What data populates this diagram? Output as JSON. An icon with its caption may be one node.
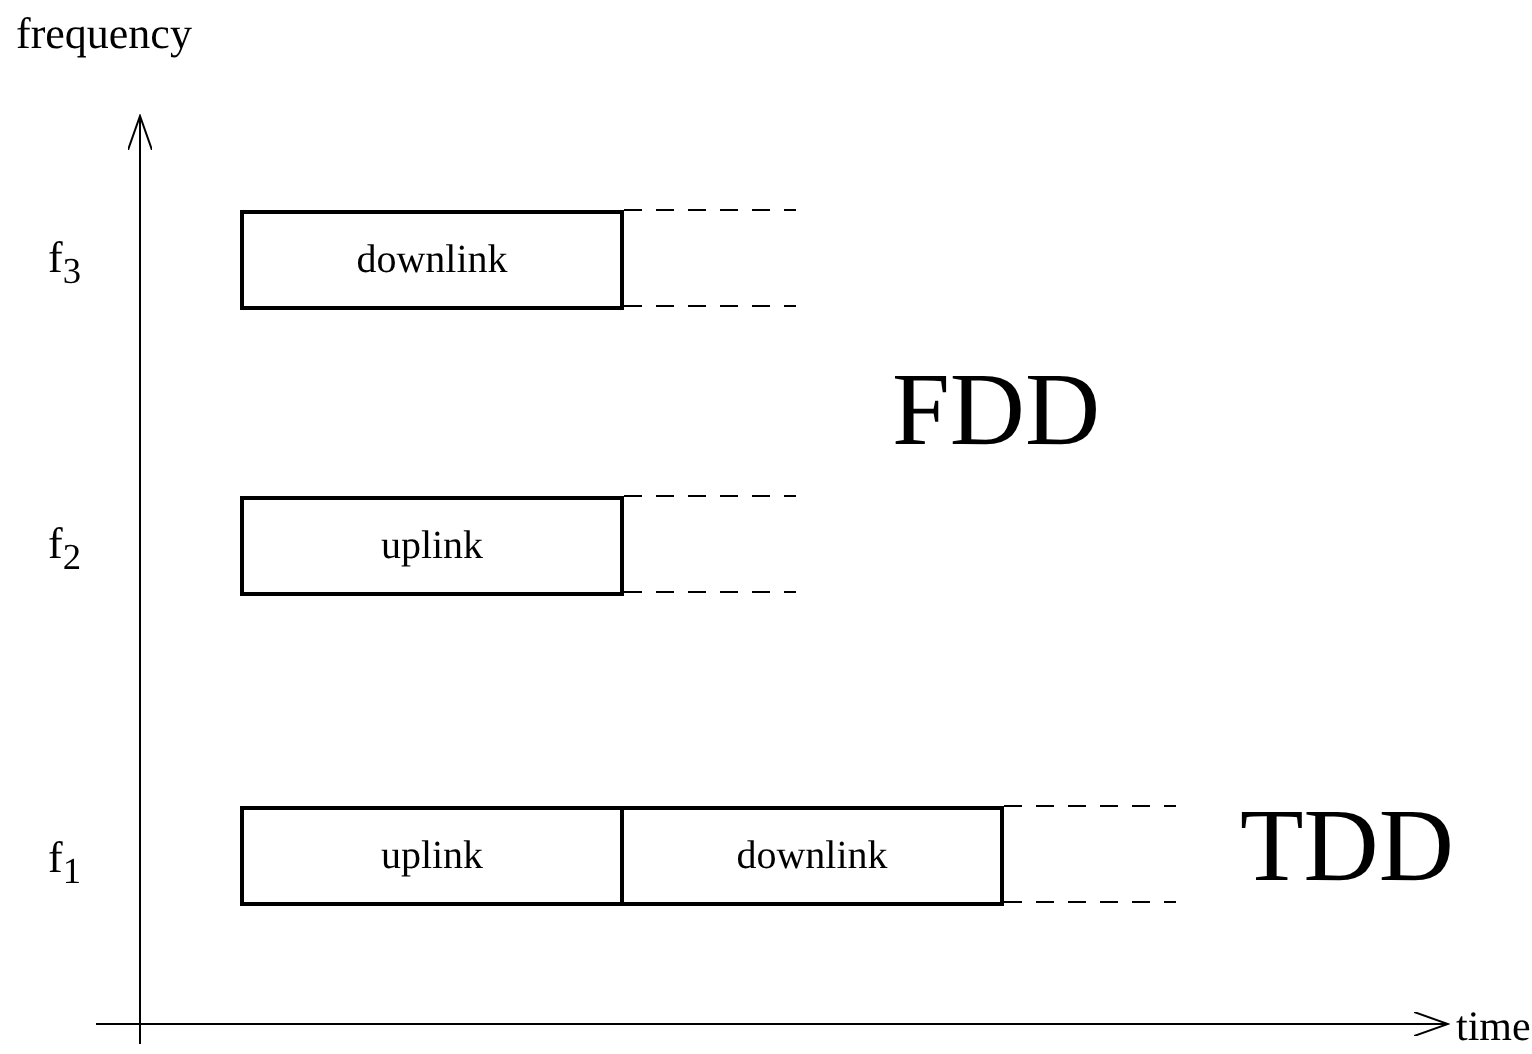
{
  "diagram": {
    "nodes": [
      {
        "text": [
          "downlink"
        ]
      },
      {
        "text": [
          "uplink"
        ]
      },
      {
        "text": [
          "uplink"
        ]
      },
      {
        "text": [
          "downlink"
        ]
      }
    ],
    "edges": [],
    "labels": [
      "frequency",
      "f$_{3}$",
      "FDD",
      "f$_{2}$",
      "f$_{1}$",
      "TDD",
      "time"
    ]
  }
}
